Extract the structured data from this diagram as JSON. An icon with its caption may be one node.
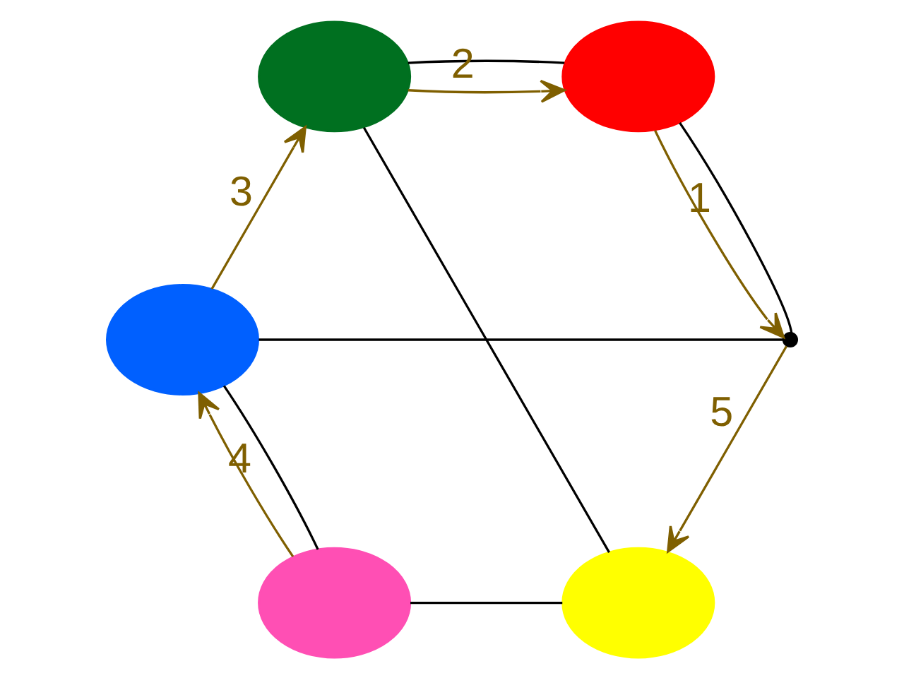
{
  "diagram": {
    "nodes": [
      {
        "text": [],
        "shape": "ellipse"
      },
      {
        "text": [],
        "shape": "ellipse"
      },
      {
        "text": [],
        "shape": "ellipse"
      },
      {
        "text": [],
        "shape": "ellipse"
      },
      {
        "text": [],
        "shape": "ellipse"
      },
      {
        "text": [],
        "shape": "point"
      }
    ],
    "edges": [
      {
        "from": 0,
        "to": 2,
        "arrow": "none"
      },
      {
        "from": 2,
        "to": 4,
        "arrow": "none"
      },
      {
        "from": 4,
        "to": 5,
        "arrow": "none"
      },
      {
        "from": 5,
        "to": 3,
        "arrow": "none"
      },
      {
        "from": 3,
        "to": 1,
        "arrow": "none"
      },
      {
        "from": 1,
        "to": 0,
        "arrow": "none"
      },
      {
        "from": 4,
        "to": 5,
        "arrow": "to",
        "label": "1",
        "color": "#7f5f00"
      },
      {
        "from": 2,
        "to": 4,
        "arrow": "to",
        "label": "2",
        "color": "#7f5f00"
      },
      {
        "from": 3,
        "to": 2,
        "arrow": "to",
        "label": "3",
        "color": "#7f5f00"
      },
      {
        "from": 1,
        "to": 3,
        "arrow": "to",
        "label": "4",
        "color": "#7f5f00"
      },
      {
        "from": 5,
        "to": 0,
        "arrow": "to",
        "label": "5",
        "color": "#7f5f00"
      }
    ]
  }
}
